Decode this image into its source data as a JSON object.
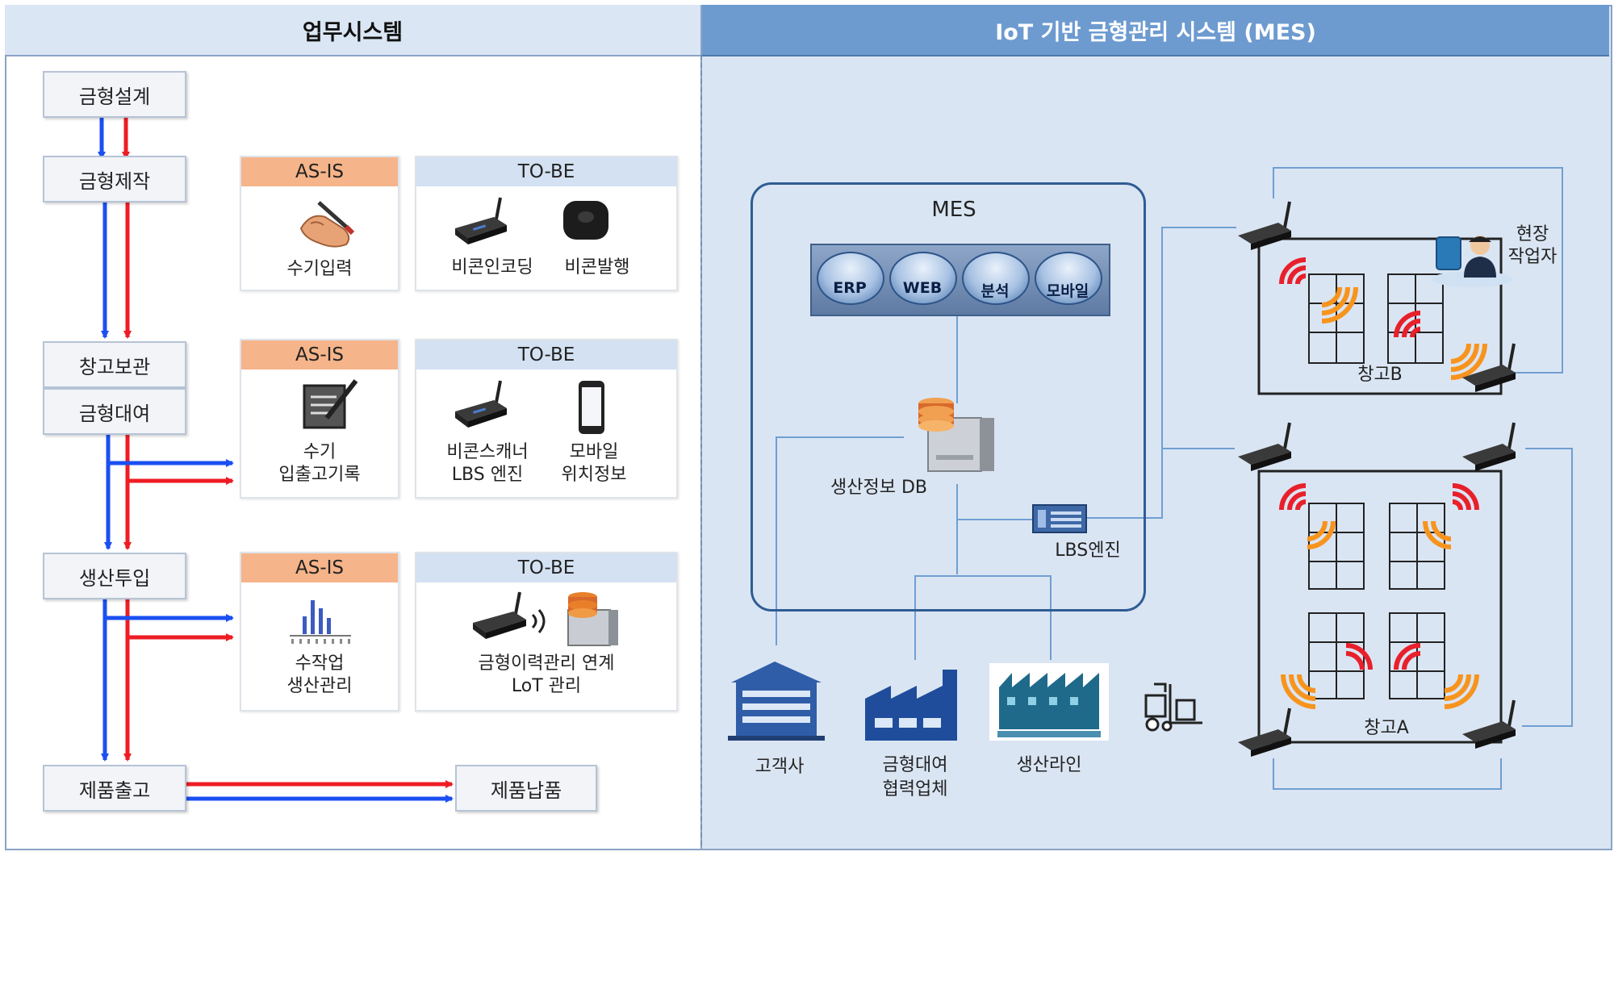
{
  "left_panel": {
    "title": "업무시스템"
  },
  "right_panel": {
    "title": "IoT 기반 금형관리 시스템 (MES)"
  },
  "process_steps": {
    "design": "금형설계",
    "production": "금형제작",
    "storage": "창고보관",
    "rental": "금형대여",
    "input": "생산투입",
    "shipment": "제품출고",
    "delivery": "제품납품"
  },
  "cards": {
    "row1": {
      "asis_title": "AS-IS",
      "asis_label": "수기입력",
      "tobe_title": "TO-BE",
      "tobe_label_1": "비콘인코딩",
      "tobe_label_2": "비콘발행"
    },
    "row2": {
      "asis_title": "AS-IS",
      "asis_label_1": "수기",
      "asis_label_2": "입출고기록",
      "tobe_title": "TO-BE",
      "tobe_label_1a": "비콘스캐너",
      "tobe_label_1b": "LBS 엔진",
      "tobe_label_2a": "모바일",
      "tobe_label_2b": "위치정보"
    },
    "row3": {
      "asis_title": "AS-IS",
      "asis_label_1": "수작업",
      "asis_label_2": "생산관리",
      "tobe_title": "TO-BE",
      "tobe_label_1": "금형이력관리 연계",
      "tobe_label_2": "LoT 관리"
    }
  },
  "mes": {
    "title": "MES",
    "systems": [
      "ERP",
      "WEB",
      "분석",
      "모바일"
    ],
    "db_label": "생산정보 DB",
    "lbs_label": "LBS엔진"
  },
  "entities": {
    "customer": "고객사",
    "partner_1": "금형대여",
    "partner_2": "협력업체",
    "line": "생산라인"
  },
  "warehouses": {
    "b_label": "창고B",
    "a_label": "창고A",
    "worker_1": "현장",
    "worker_2": "작업자"
  },
  "colors": {
    "blue_flow": "#1b4ff2",
    "red_flow": "#ee1c24",
    "header_fill": "#dbe6f4",
    "right_header_fill": "#6d9bd0",
    "right_bg": "#dae5f3",
    "asis_fill": "#f5b489",
    "tobe_fill": "#d3e1f2",
    "mes_border": "#2f5c94",
    "signal_red": "#e8202b",
    "signal_orange": "#f7941d"
  }
}
